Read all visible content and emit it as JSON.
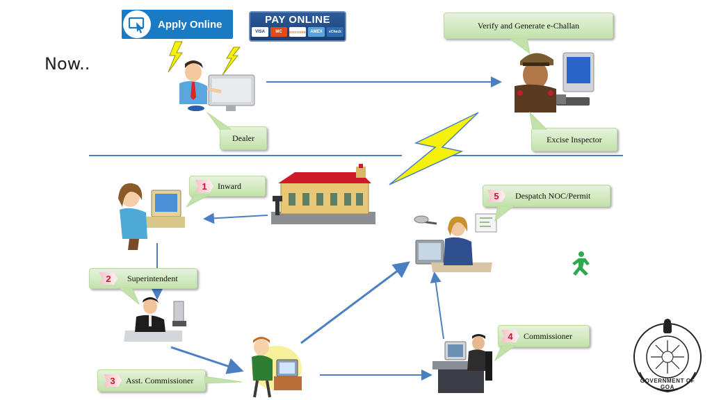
{
  "now_label": "Now..",
  "apply_online": {
    "label": "Apply Online"
  },
  "pay_online": {
    "title": "PAY ONLINE",
    "cards": [
      "VISA",
      "MC",
      "DISCOVER",
      "AMEX",
      "eCheck"
    ]
  },
  "callouts": {
    "verify": "Verify and Generate e-Challan",
    "dealer": "Dealer",
    "excise_inspector": "Excise Inspector",
    "inward": {
      "num": "1",
      "label": "Inward"
    },
    "superintendent": {
      "num": "2",
      "label": "Superintendent"
    },
    "asst_commissioner": {
      "num": "3",
      "label": "Asst. Commissioner"
    },
    "commissioner": {
      "num": "4",
      "label": "Commissioner"
    },
    "despatch": {
      "num": "5",
      "label": "Despatch NOC/Permit"
    }
  },
  "seal": {
    "text": "GOVERNMENT OF GOA"
  },
  "colors": {
    "arrow": "#4a7fc1",
    "callout": "#cfe8bb",
    "bolt": "#f5f10a",
    "number": "#c0182c"
  }
}
